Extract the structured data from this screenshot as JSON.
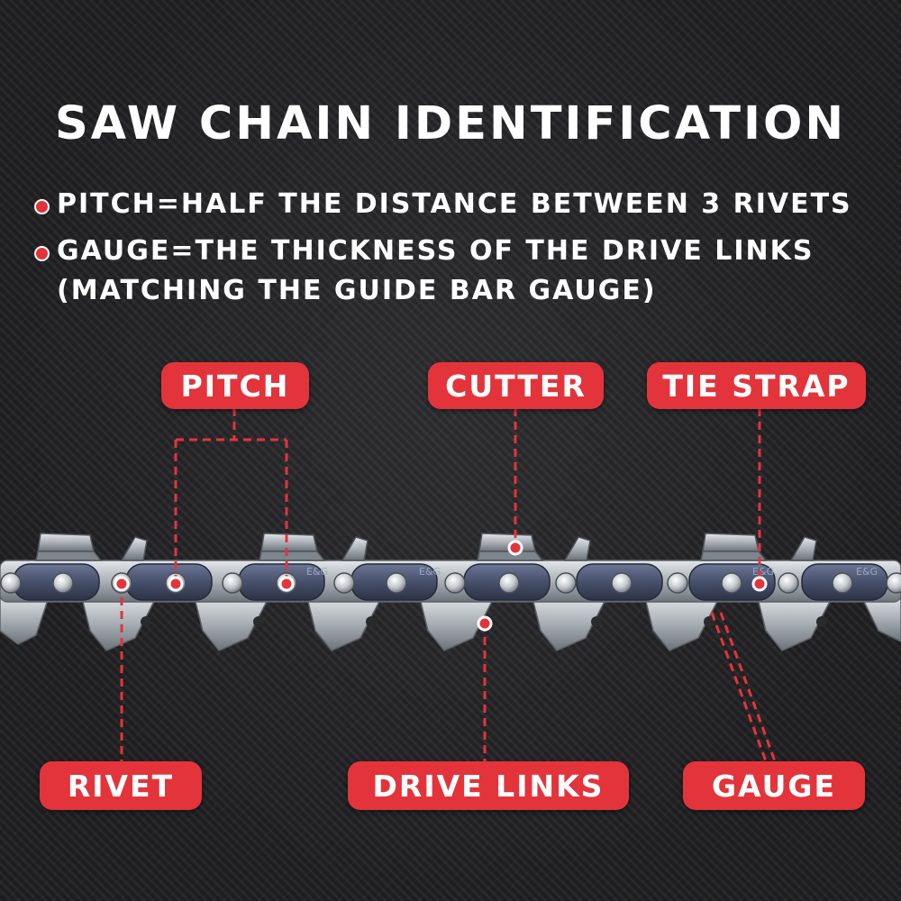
{
  "title": "SAW CHAIN IDENTIFICATION",
  "bullets": [
    {
      "text": "PITCH=HALF THE DISTANCE BETWEEN 3 RIVETS"
    },
    {
      "text": "GAUGE=THE THICKNESS OF THE DRIVE LINKS\n(MATCHING THE GUIDE BAR GAUGE)"
    }
  ],
  "labels": {
    "pitch": "PITCH",
    "cutter": "CUTTER",
    "tie_strap": "TIE STRAP",
    "rivet": "RIVET",
    "drive_links": "DRIVE LINKS",
    "gauge": "GAUGE"
  },
  "link_stamp": "E&G",
  "colors": {
    "accent": "#e3343b",
    "background": "#232325",
    "chain_steel": "#9aa0a6",
    "tie_strap_blue": "#4a5570"
  }
}
